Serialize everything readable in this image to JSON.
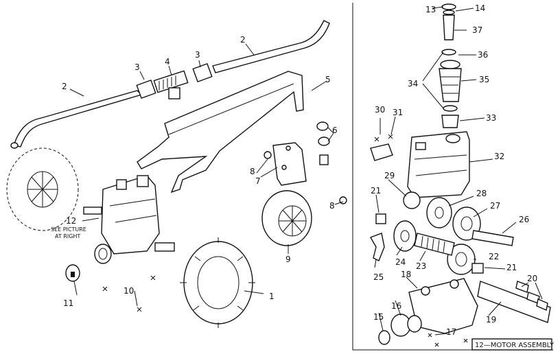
{
  "labels": {
    "l1": "1",
    "l2a": "2",
    "l2b": "2",
    "l3a": "3",
    "l3b": "3",
    "l4": "4",
    "l5": "5",
    "l6": "6",
    "l7": "7",
    "l8a": "8",
    "l8b": "8",
    "l9": "9",
    "l10": "10",
    "l11": "11",
    "l12": "12",
    "l13": "13",
    "l14": "14",
    "l15": "15",
    "l16": "16",
    "l17": "17",
    "l18": "18",
    "l19": "19",
    "l20": "20",
    "l21a": "21",
    "l21b": "21",
    "l22": "22",
    "l23": "23",
    "l24": "24",
    "l25": "25",
    "l26": "26",
    "l27": "27",
    "l28": "28",
    "l29": "29",
    "l30": "30",
    "l31": "31",
    "l32": "32",
    "l33": "33",
    "l34": "34",
    "l35": "35",
    "l36": "36",
    "l37": "37"
  },
  "notes": {
    "see_picture_1": "SEE PICTURE",
    "see_picture_2": "AT RIGHT",
    "motor_box": "12—MOTOR ASSEMBLY"
  }
}
